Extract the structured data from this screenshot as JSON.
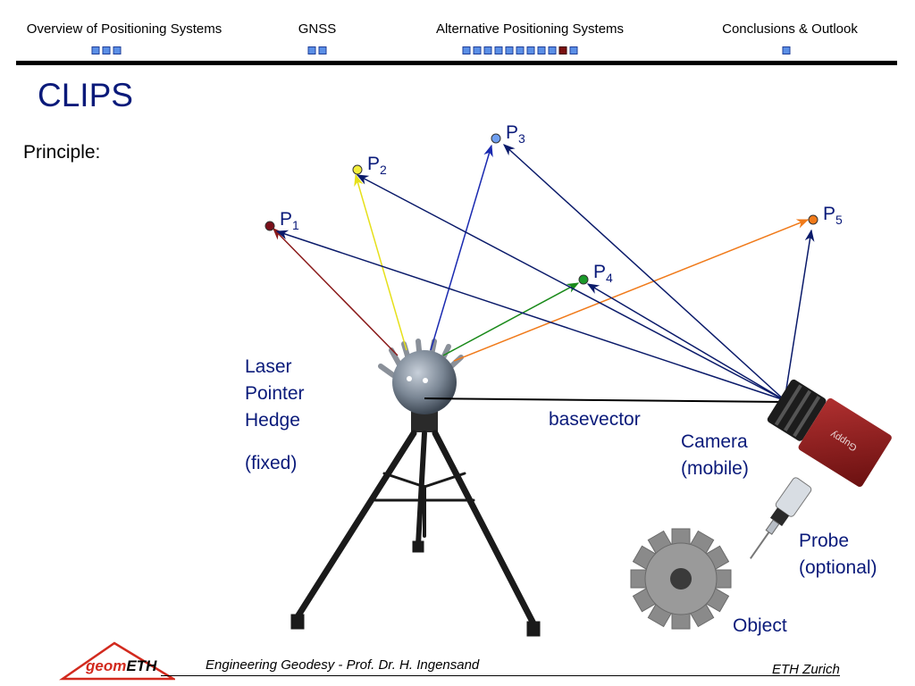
{
  "nav": {
    "items": [
      {
        "label": "Overview of Positioning Systems",
        "dots": 3,
        "active": -1
      },
      {
        "label": "GNSS",
        "dots": 2,
        "active": -1
      },
      {
        "label": "Alternative Positioning Systems",
        "dots": 11,
        "active": 9
      },
      {
        "label": "Conclusions & Outlook",
        "dots": 1,
        "active": -1
      }
    ]
  },
  "slide": {
    "title": "CLIPS",
    "principle": "Principle:"
  },
  "diagram": {
    "points": [
      {
        "label": "P",
        "sub": "1",
        "color": "#7a0f1a"
      },
      {
        "label": "P",
        "sub": "2",
        "color": "#f3ee3a"
      },
      {
        "label": "P",
        "sub": "3",
        "color": "#6f9ff0"
      },
      {
        "label": "P",
        "sub": "4",
        "color": "#1a9a2a"
      },
      {
        "label": "P",
        "sub": "5",
        "color": "#f07a1a"
      }
    ],
    "laser_label": [
      "Laser",
      "Pointer",
      "Hedge"
    ],
    "laser_state": "(fixed)",
    "basevector": "basevector",
    "camera_label": [
      "Camera",
      "(mobile)"
    ],
    "probe_label": [
      "Probe",
      "(optional)"
    ],
    "object_label": "Object",
    "camera_brand": "Guppy"
  },
  "footer": {
    "logo_prefix": "geom",
    "logo_suffix": "ETH",
    "center": "Engineering Geodesy - Prof. Dr. H. Ingensand",
    "right": "ETH Zurich"
  },
  "colors": {
    "accent": "#0a1a7a",
    "nav_square": "#5b8fe6",
    "nav_active": "#7a1010",
    "logo_red": "#d22a1e"
  }
}
